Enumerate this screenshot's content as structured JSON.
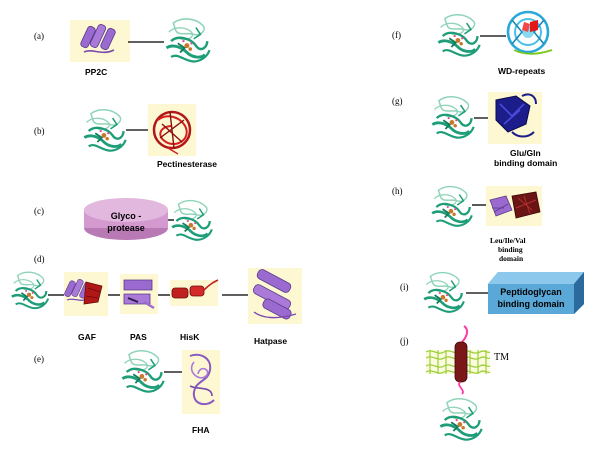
{
  "panels": {
    "a": {
      "label": "(a)",
      "domains": [
        "PP2C"
      ]
    },
    "b": {
      "label": "(b)",
      "domains": [
        "Pectinesterase"
      ]
    },
    "c": {
      "label": "(c)",
      "box_lines": [
        "Glyco -",
        "protease"
      ]
    },
    "d": {
      "label": "(d)",
      "domains": [
        "GAF",
        "PAS",
        "HisK",
        "Hatpase"
      ]
    },
    "e": {
      "label": "(e)",
      "domains": [
        "FHA"
      ]
    },
    "f": {
      "label": "(f)",
      "domains": [
        "WD-repeats"
      ]
    },
    "g": {
      "label": "(g)",
      "domain_lines": [
        "Glu/Gln",
        "binding domain"
      ]
    },
    "h": {
      "label": "(h)",
      "domain_lines": [
        "Leu/Ile/Val",
        "binding",
        "domain"
      ]
    },
    "i": {
      "label": "(i)",
      "box_lines": [
        "Peptidoglycan",
        "binding domain"
      ]
    },
    "j": {
      "label": "(j)",
      "tm_label": "TM"
    }
  },
  "colors": {
    "kinase_green": "#1e9e78",
    "kinase_light": "#8fd4b8",
    "cofactor": "#c8782a",
    "domain_purple": "#9a6ad0",
    "domain_red": "#b01818",
    "domain_navy": "#1c1c8a",
    "domain_bg": "#fdf8d2",
    "glyco_fill": "#d49ad0",
    "pgbd_fill": "#5aa8d8",
    "membrane": "#9ccf3a"
  }
}
